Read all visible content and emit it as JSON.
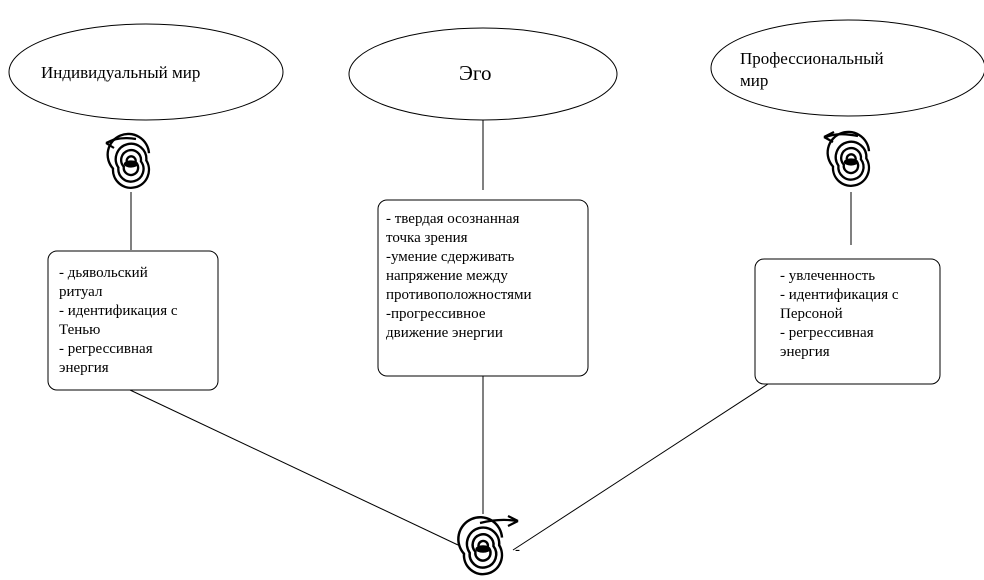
{
  "diagram": {
    "ellipses": {
      "left": "Индивидуальный мир",
      "center": "Эго",
      "right": "Профессиональный\nмир"
    },
    "boxes": {
      "left": "- дьявольский\nритуал\n- идентификация с\nТенью\n- регрессивная\nэнергия",
      "center": "- твердая осознанная\nточка зрения\n-умение сдерживать\nнапряжение между\nпротивоположностями\n-прогрессивное\nдвижение энергии",
      "right": "- увлеченность\n- идентификация с\nПерсоной\n- регрессивная\nэнергия"
    },
    "spirals": {
      "left": {
        "arrow_direction": "left"
      },
      "right": {
        "arrow_direction": "left"
      },
      "bottom": {
        "arrow_direction": "right"
      }
    },
    "stray_mark": "-"
  }
}
